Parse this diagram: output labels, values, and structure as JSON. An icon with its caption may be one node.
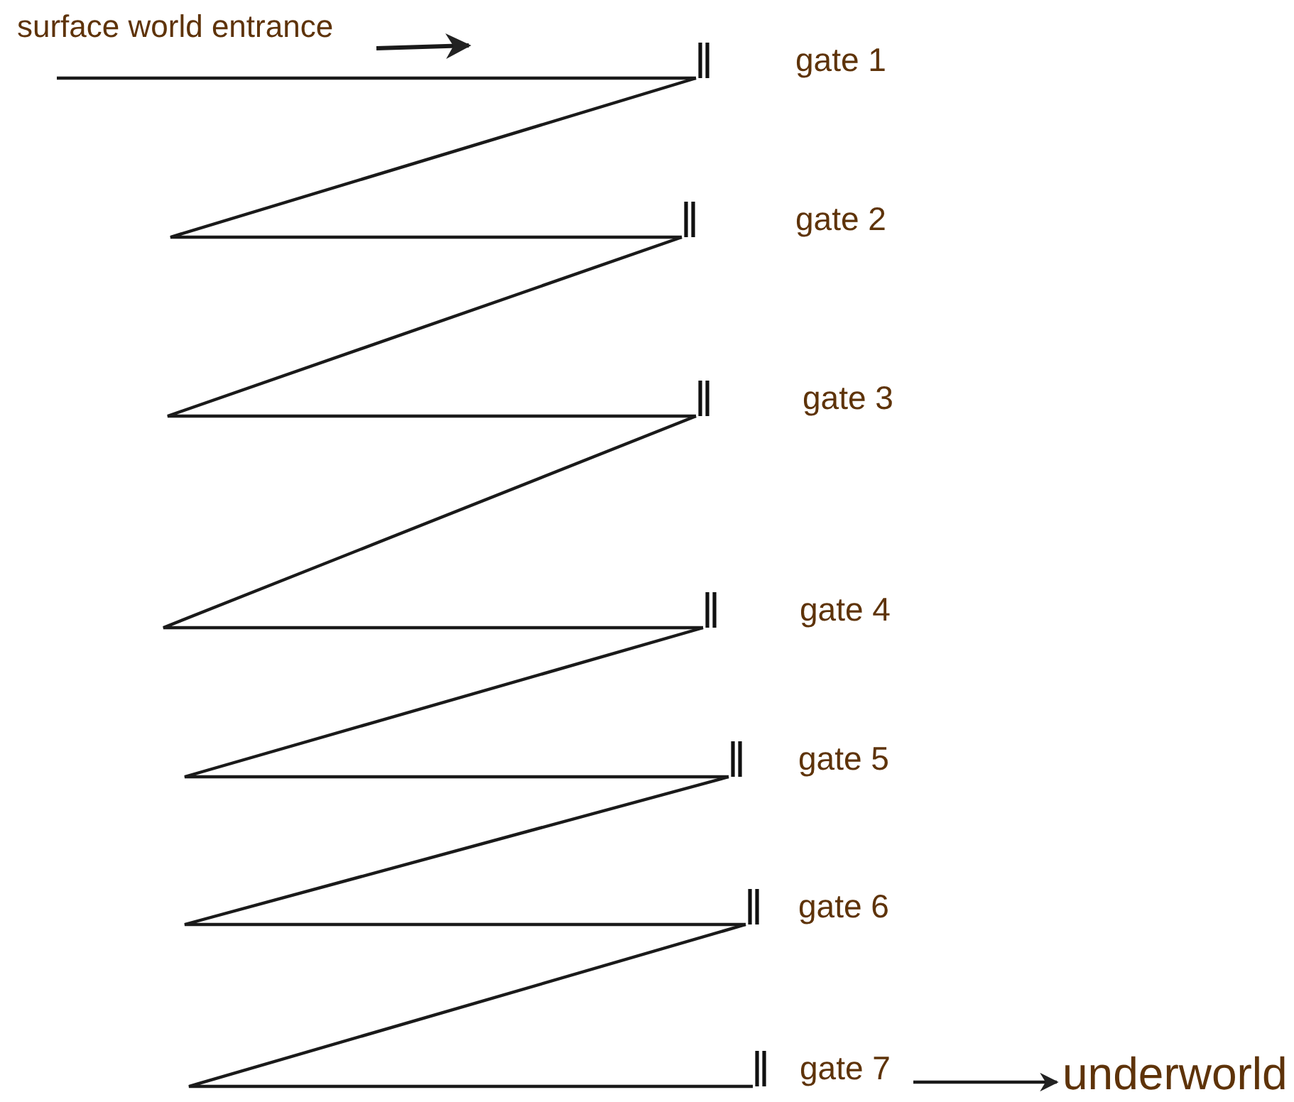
{
  "diagram": {
    "nodes": [
      {
        "text": [
          "surface world entrance"
        ]
      },
      {
        "text": [
          "gate 1"
        ]
      },
      {
        "text": [
          "gate 2"
        ]
      },
      {
        "text": [
          "gate 3"
        ]
      },
      {
        "text": [
          "gate 4"
        ]
      },
      {
        "text": [
          "gate 5"
        ]
      },
      {
        "text": [
          "gate 6"
        ]
      },
      {
        "text": [
          "gate 7"
        ]
      },
      {
        "text": [
          "underworld"
        ]
      }
    ],
    "edges": [
      {
        "from": 0,
        "to": 1,
        "arrow": "none"
      },
      {
        "from": 1,
        "to": 2,
        "arrow": "none"
      },
      {
        "from": 2,
        "to": 3,
        "arrow": "none"
      },
      {
        "from": 3,
        "to": 4,
        "arrow": "none"
      },
      {
        "from": 4,
        "to": 5,
        "arrow": "none"
      },
      {
        "from": 5,
        "to": 6,
        "arrow": "none"
      },
      {
        "from": 6,
        "to": 7,
        "arrow": "none"
      },
      {
        "from": 7,
        "to": 8,
        "arrow": "to"
      }
    ]
  }
}
